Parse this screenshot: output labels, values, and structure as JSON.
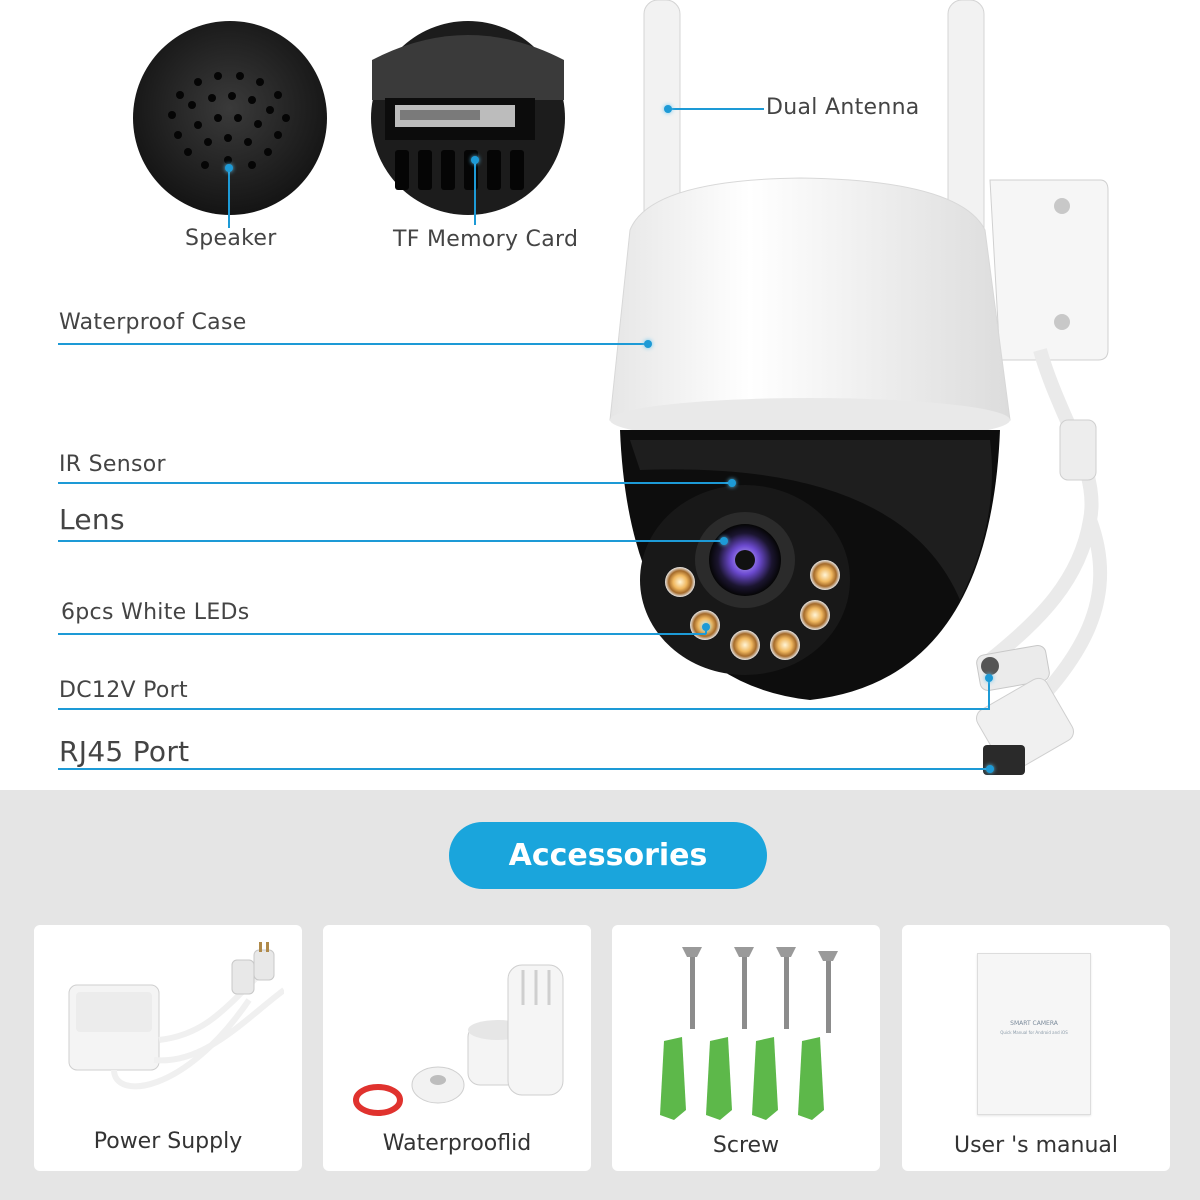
{
  "callouts": {
    "speaker": "Speaker",
    "tf_card": "TF Memory Card",
    "dual_antenna": "Dual Antenna",
    "waterproof_case": "Waterproof Case",
    "ir_sensor": "IR Sensor",
    "lens": "Lens",
    "white_leds": "6pcs White LEDs",
    "dc_port": "DC12V Port",
    "rj45_port": "RJ45 Port"
  },
  "accessories": {
    "title": "Accessories",
    "items": [
      {
        "label": "Power Supply",
        "icon": "power-supply-icon"
      },
      {
        "label": "Waterprooflid",
        "icon": "waterproof-lid-icon"
      },
      {
        "label": "Screw",
        "icon": "screw-icon"
      },
      {
        "label": "User 's manual",
        "icon": "manual-icon"
      }
    ]
  },
  "manual_print": {
    "title": "SMART CAMERA",
    "subtitle": "Quick Manual for Android and iOS"
  },
  "colors": {
    "accent": "#1aa5dc",
    "line": "#1d9ad6",
    "bottom_bg": "#e5e5e5"
  }
}
